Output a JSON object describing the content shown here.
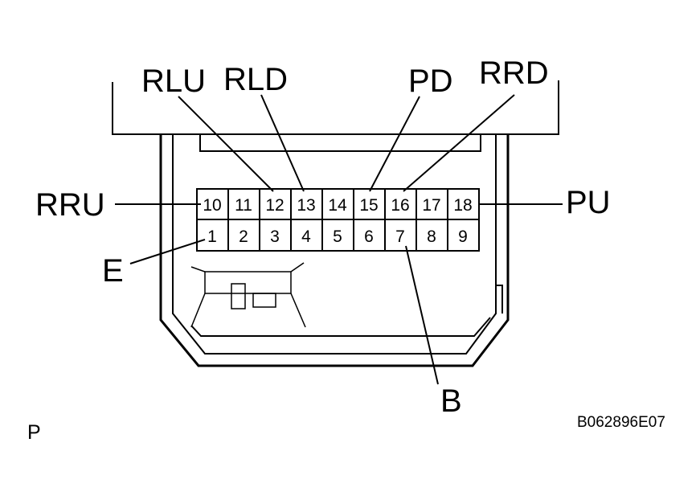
{
  "top_labels": [
    "RLU",
    "RLD",
    "PD",
    "RRD"
  ],
  "side_labels": {
    "left_top": "RRU",
    "right": "PU",
    "left_bottom": "E",
    "bottom": "B"
  },
  "pins": {
    "top_row": [
      "10",
      "11",
      "12",
      "13",
      "14",
      "15",
      "16",
      "17",
      "18"
    ],
    "bottom_row": [
      "1",
      "2",
      "3",
      "4",
      "5",
      "6",
      "7",
      "8",
      "9"
    ]
  },
  "corner_text": "P",
  "reference_code": "B062896E07"
}
